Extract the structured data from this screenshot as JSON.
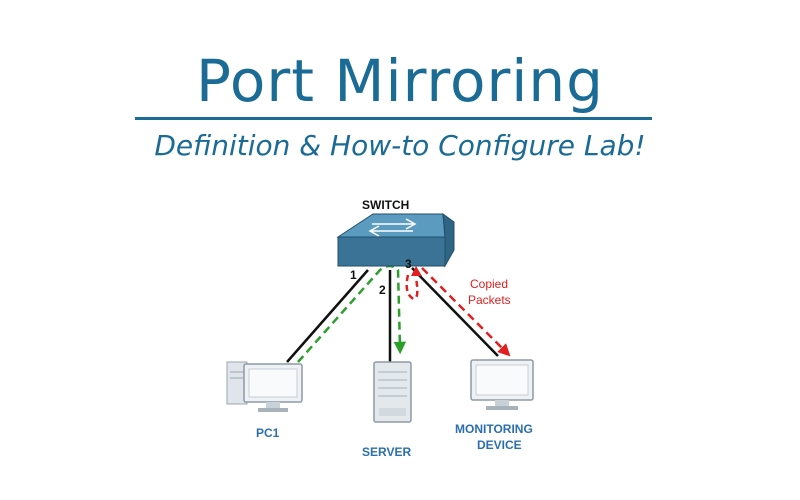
{
  "header": {
    "title": "Port Mirroring",
    "subtitle": "Definition & How-to Configure Lab!"
  },
  "diagram": {
    "switch_label": "SWITCH",
    "ports": {
      "port1": "1",
      "port2": "2",
      "port3": "3"
    },
    "devices": {
      "pc": "PC1",
      "server": "SERVER",
      "monitor_line1": "MONITORING",
      "monitor_line2": "DEVICE"
    },
    "annotation": {
      "line1": "Copied",
      "line2": "Packets"
    },
    "colors": {
      "title": "#1a6b95",
      "switch_top": "#4f8fb3",
      "switch_front": "#3a7396",
      "link": "#111111",
      "traffic": "#2aa02a",
      "mirror": "#e02020",
      "device_label": "#2a6fb0"
    }
  }
}
